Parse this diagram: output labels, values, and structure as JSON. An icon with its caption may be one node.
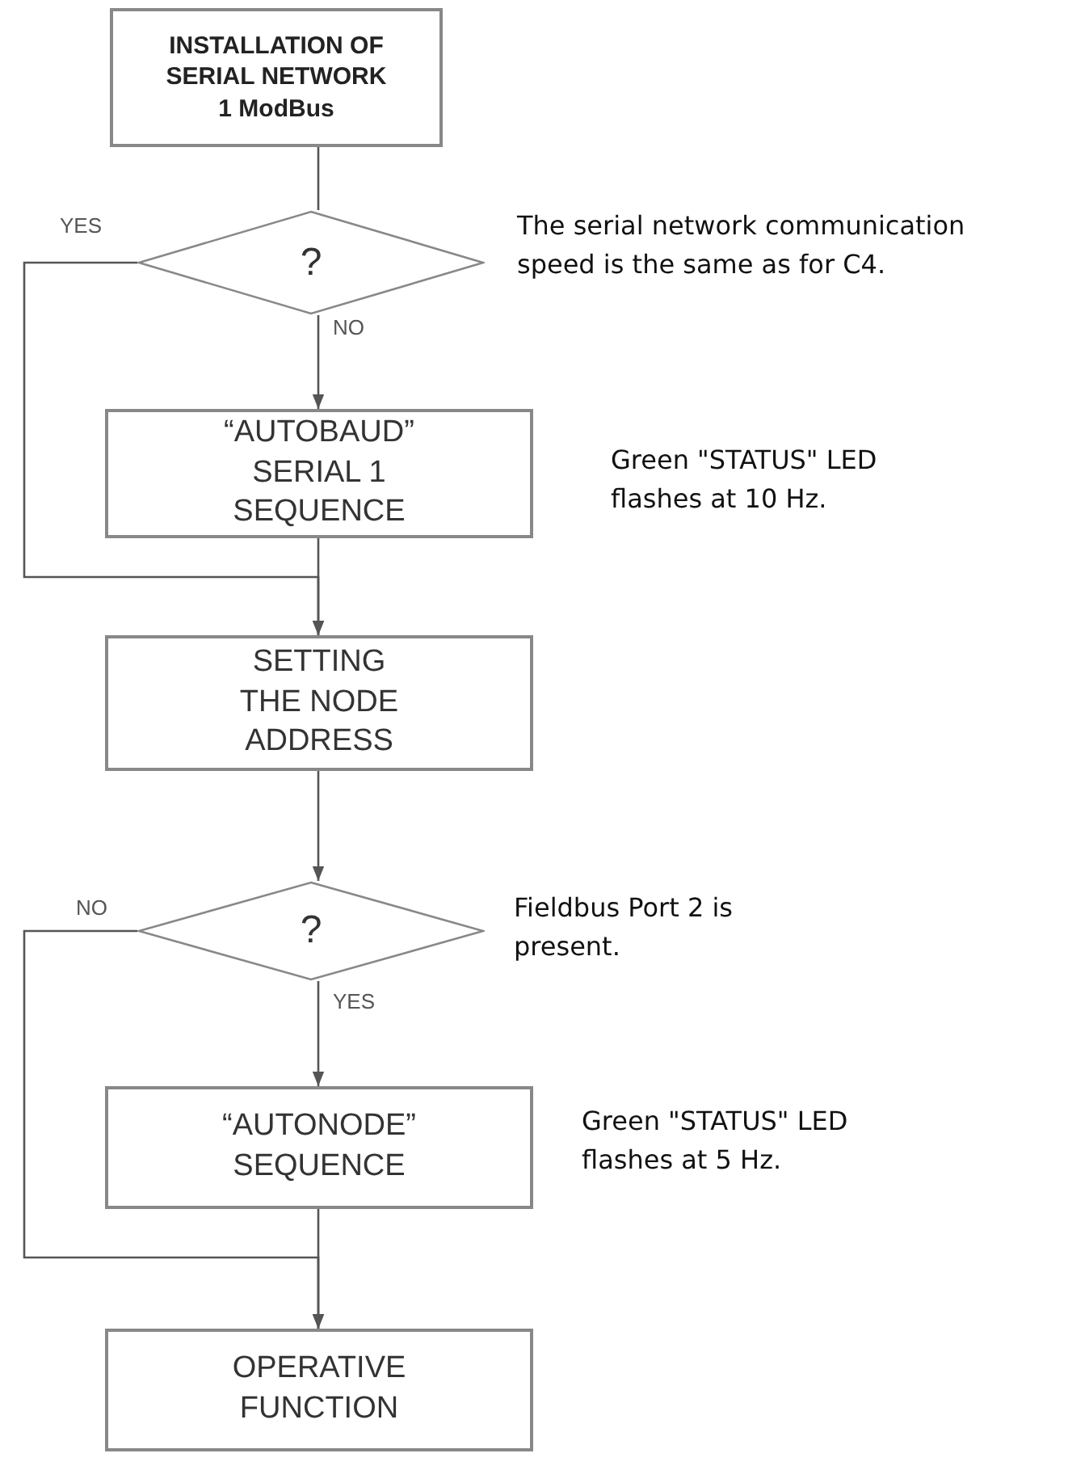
{
  "diagram": {
    "nodes": [
      {
        "text": [
          "INSTALLATION OF SERIAL NETWORK 1 ModBus"
        ]
      },
      {
        "text": [
          "?"
        ],
        "beside": [
          "The serial network communication speed is the same as for C4."
        ]
      },
      {
        "text": [
          "“AUTOBAUD” SERIAL 1 SEQUENCE"
        ],
        "beside": [
          "Green \"STATUS\" LED flashes at 10 Hz."
        ]
      },
      {
        "text": [
          "SETTING THE NODE ADDRESS"
        ]
      },
      {
        "text": [
          "?"
        ],
        "beside": [
          "Fieldbus Port 2 is present."
        ]
      },
      {
        "text": [
          "“AUTONODE” SEQUENCE"
        ],
        "beside": [
          "Green \"STATUS\" LED flashes at 5 Hz."
        ]
      },
      {
        "text": [
          "OPERATIVE FUNCTION"
        ]
      }
    ],
    "edges": [
      {
        "from": 0,
        "to": 1,
        "arrow": "none"
      },
      {
        "from": 1,
        "to": 2,
        "arrow": "to",
        "label": "NO"
      },
      {
        "from": 1,
        "to": 3,
        "arrow": "to",
        "label": "YES"
      },
      {
        "from": 2,
        "to": 3,
        "arrow": "to"
      },
      {
        "from": 3,
        "to": 4,
        "arrow": "to"
      },
      {
        "from": 4,
        "to": 5,
        "arrow": "to",
        "label": "YES"
      },
      {
        "from": 4,
        "to": 6,
        "arrow": "to",
        "label": "NO"
      },
      {
        "from": 5,
        "to": 6,
        "arrow": "to"
      }
    ]
  }
}
